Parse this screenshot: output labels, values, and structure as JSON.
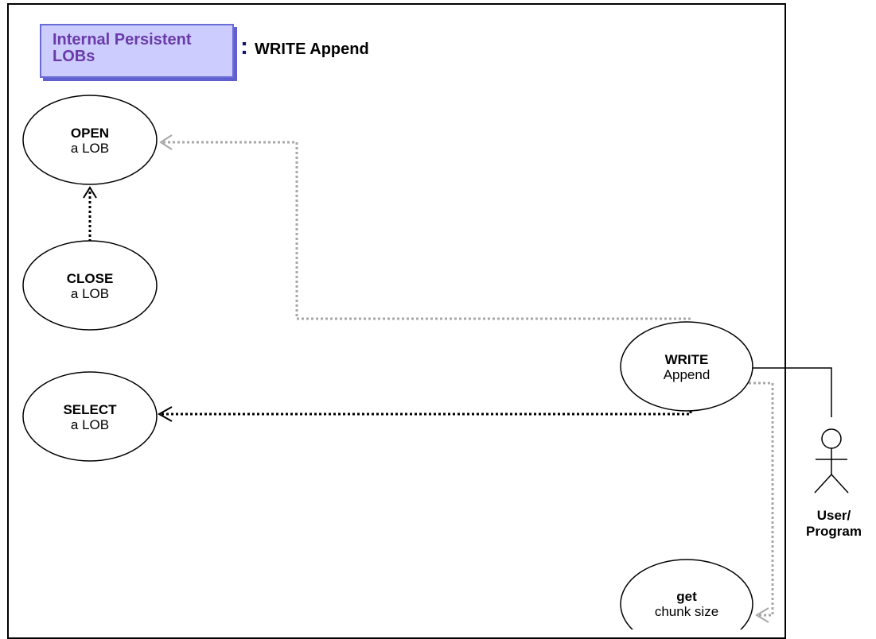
{
  "header": {
    "badge_line1": "Internal Persistent",
    "badge_line2": "LOBs",
    "colon": ":",
    "title": "WRITE Append"
  },
  "use_cases": {
    "open": {
      "bold": "OPEN",
      "sub": "a LOB"
    },
    "close": {
      "bold": "CLOSE",
      "sub": "a LOB"
    },
    "select": {
      "bold": "SELECT",
      "sub": "a LOB"
    },
    "write": {
      "bold": "WRITE",
      "sub": "Append"
    },
    "chunk": {
      "bold": "get",
      "sub": "chunk size"
    }
  },
  "actor": {
    "line1": "User/",
    "line2": "Program"
  },
  "colors": {
    "badge_fill": "#ccccff",
    "badge_border": "#6b6bd6",
    "badge_text": "#6a3aa8",
    "dependency_gray": "#a8a8a8",
    "dependency_black": "#000000"
  }
}
